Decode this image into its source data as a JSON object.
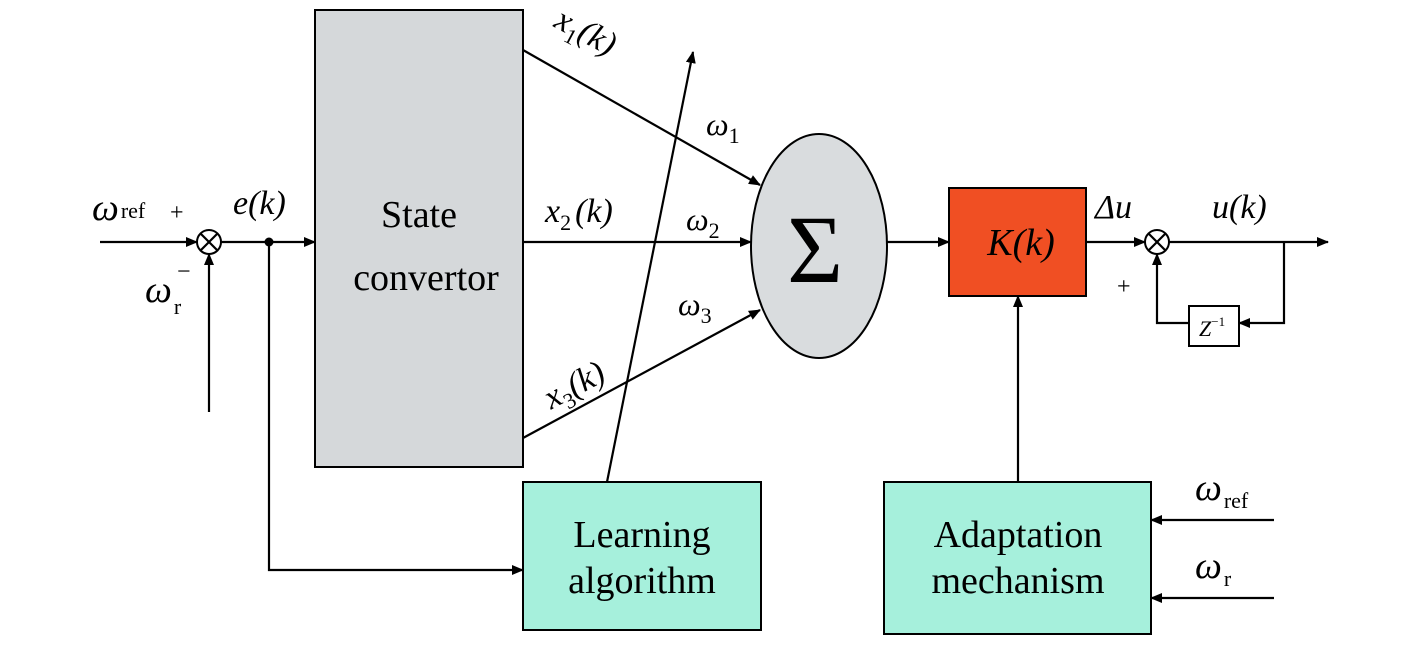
{
  "blocks": {
    "state_convertor": {
      "line1": "State",
      "line2": "convertor",
      "fill": "#d5d8da"
    },
    "summation": {
      "symbol": "Σ",
      "fill": "#d9dcde"
    },
    "gain": {
      "label": "K(k)",
      "fill": "#f04f23"
    },
    "learning": {
      "line1": "Learning",
      "line2": "algorithm",
      "fill": "#a6f0dc"
    },
    "adaptation": {
      "line1": "Adaptation",
      "line2": "mechanism",
      "fill": "#a6f0dc"
    },
    "delay": {
      "base": "Z",
      "sup": "−1"
    }
  },
  "signals": {
    "omega_ref_in": {
      "sym": "ω",
      "sub": "ref",
      "sign": "+"
    },
    "omega_r_in": {
      "sym": "ω",
      "sub": "r",
      "sign": "−"
    },
    "error": "e(k)",
    "x1": {
      "base": "x",
      "sub": "1",
      "arg": "(k)"
    },
    "x2": {
      "base": "x",
      "sub": "2",
      "arg": "(k)"
    },
    "x3": {
      "base": "x",
      "sub": "3",
      "arg": "(k)"
    },
    "w1": {
      "sym": "ω",
      "sub": "1"
    },
    "w2": {
      "sym": "ω",
      "sub": "2"
    },
    "w3": {
      "sym": "ω",
      "sub": "3"
    },
    "delta_u": "Δu",
    "u_out": "u(k)",
    "feedback_sign": "+",
    "omega_ref_adapt": {
      "sym": "ω",
      "sub": "ref"
    },
    "omega_r_adapt": {
      "sym": "ω",
      "sub": "r"
    }
  }
}
